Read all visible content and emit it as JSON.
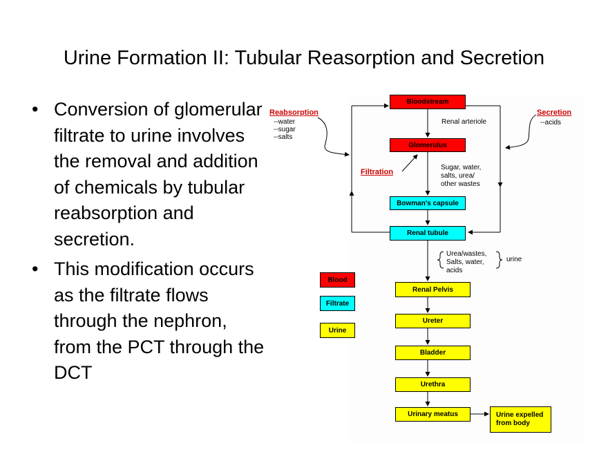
{
  "slide": {
    "title": "Urine Formation II: Tubular Reasorption and Secretion",
    "bullets": [
      "Conversion of glomerular filtrate to urine involves the removal and addition of chemicals by tubular reabsorption and secretion.",
      "This modification occurs as the filtrate flows through the nephron, from the PCT through the DCT"
    ]
  },
  "diagram": {
    "nodes": {
      "bloodstream": "Bloodstream",
      "glomerulus": "Glomerulus",
      "bowmans": "Bowman's capsule",
      "tubule": "Renal tubule",
      "pelvis": "Renal Pelvis",
      "ureter": "Ureter",
      "bladder": "Bladder",
      "urethra": "Urethra",
      "meatus": "Urinary meatus",
      "expelled_1": "Urine expelled",
      "expelled_2": "from body"
    },
    "labels": {
      "reabsorption": "Reabsorption",
      "reab_water": "--water",
      "reab_sugar": "--sugar",
      "reab_salts": "--salts",
      "secretion": "Secretion",
      "sec_acids": "--acids",
      "filtration": "Filtration",
      "renal_arteriole": "Renal arteriole",
      "filtrate_1": "Sugar, water,",
      "filtrate_2": "salts, urea/",
      "filtrate_3": "other wastes",
      "urine_1": "Urea/wastes,",
      "urine_2": "Salts, water,",
      "urine_3": "acids",
      "urine_word": "urine"
    },
    "legend": {
      "blood": "Blood",
      "filtrate": "Filtrate",
      "urine": "Urine"
    },
    "colors": {
      "blood": "#ff0000",
      "filtrate": "#00ffff",
      "urine": "#ffff00",
      "label_red": "#cc0000"
    }
  }
}
